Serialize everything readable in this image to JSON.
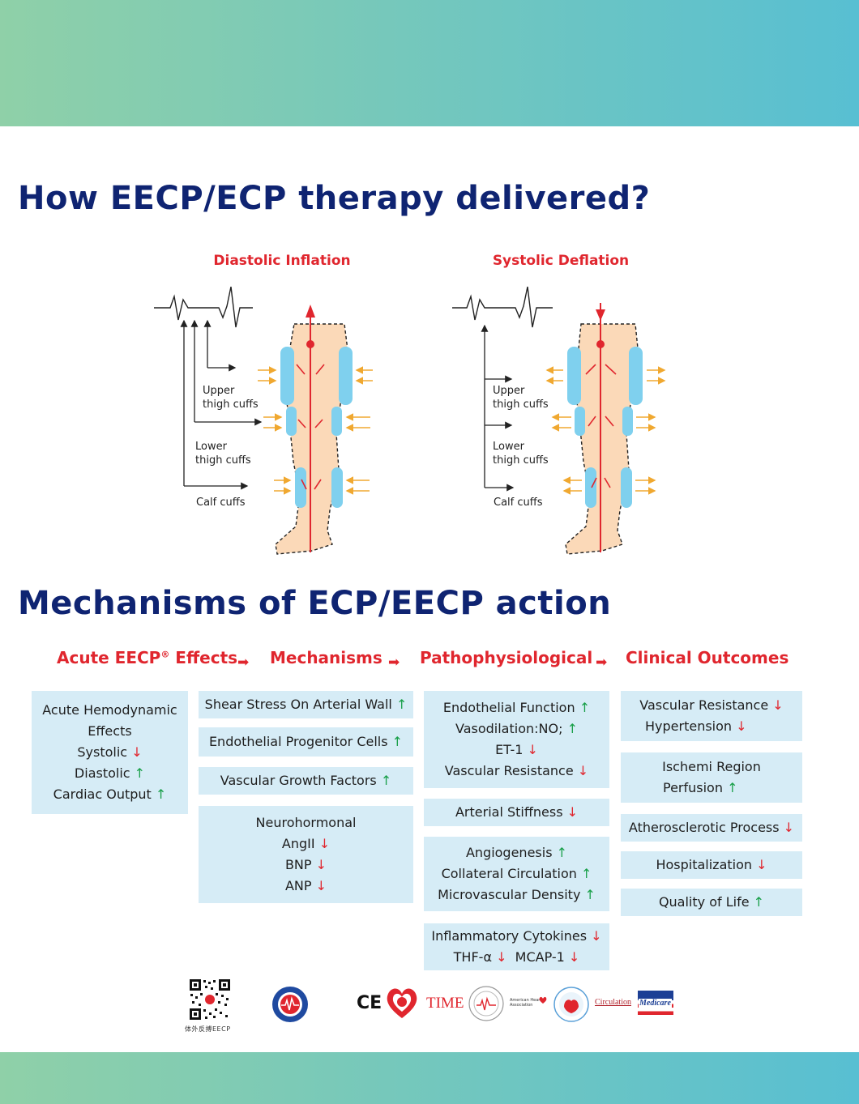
{
  "headings": {
    "delivery": "How EECP/ECP therapy delivered?",
    "mechanisms": "Mechanisms of ECP/EECP action"
  },
  "diagram": {
    "left_title": "Diastolic Inflation",
    "right_title": "Systolic Deflation",
    "cuff_labels": {
      "upper_1": "Upper",
      "upper_2": "thigh cuffs",
      "lower_1": "Lower",
      "lower_2": "thigh cuffs",
      "calf": "Calf cuffs"
    }
  },
  "flow": {
    "col1": "Acute EECP",
    "col1_sup": "®",
    "col1_rest": " Effects",
    "col2": "Mechanisms",
    "col3": "Pathophysiological",
    "col4": "Clinical Outcomes",
    "arrow": "➡"
  },
  "arrows": {
    "up": "↑",
    "down": "↓"
  },
  "boxes": {
    "acute": [
      "Acute Hemodynamic",
      "Effects",
      "Systolic",
      "Diastolic",
      "Cardiac Output"
    ],
    "shear": "Shear Stress On Arterial Wall",
    "epc": "Endothelial Progenitor Cells",
    "vgf": "Vascular Growth Factors",
    "neuro": [
      "Neurohormonal",
      "AngII",
      "BNP",
      "ANP"
    ],
    "endo": [
      "Endothelial Function",
      "Vasodilation:NO;",
      "ET-1",
      "Vascular Resistance"
    ],
    "stiff": "Arterial Stiffness",
    "angio": [
      "Angiogenesis",
      "Collateral Circulation",
      "Microvascular Density"
    ],
    "inflam": [
      "Inflammatory Cytokines",
      "THF-α",
      "MCAP-1"
    ],
    "vres": [
      "Vascular Resistance",
      "Hypertension"
    ],
    "isch": [
      "Ischemi Region",
      "Perfusion"
    ],
    "athero": "Atherosclerotic Process",
    "hosp": "Hospitalization",
    "qol": "Quality of Life"
  },
  "logos": {
    "qr_caption": "体外反搏EECP",
    "ce": "CE",
    "time": "TIME",
    "aha": "American Heart Association",
    "circulation": "Circulation",
    "medicare": "Medicare"
  },
  "colors": {
    "heading": "#0f2472",
    "red": "#e0262e",
    "green": "#1aa04a",
    "box_bg": "#d6ecf6",
    "cuff": "#7fd0ee",
    "leg": "#fbd9b8"
  }
}
